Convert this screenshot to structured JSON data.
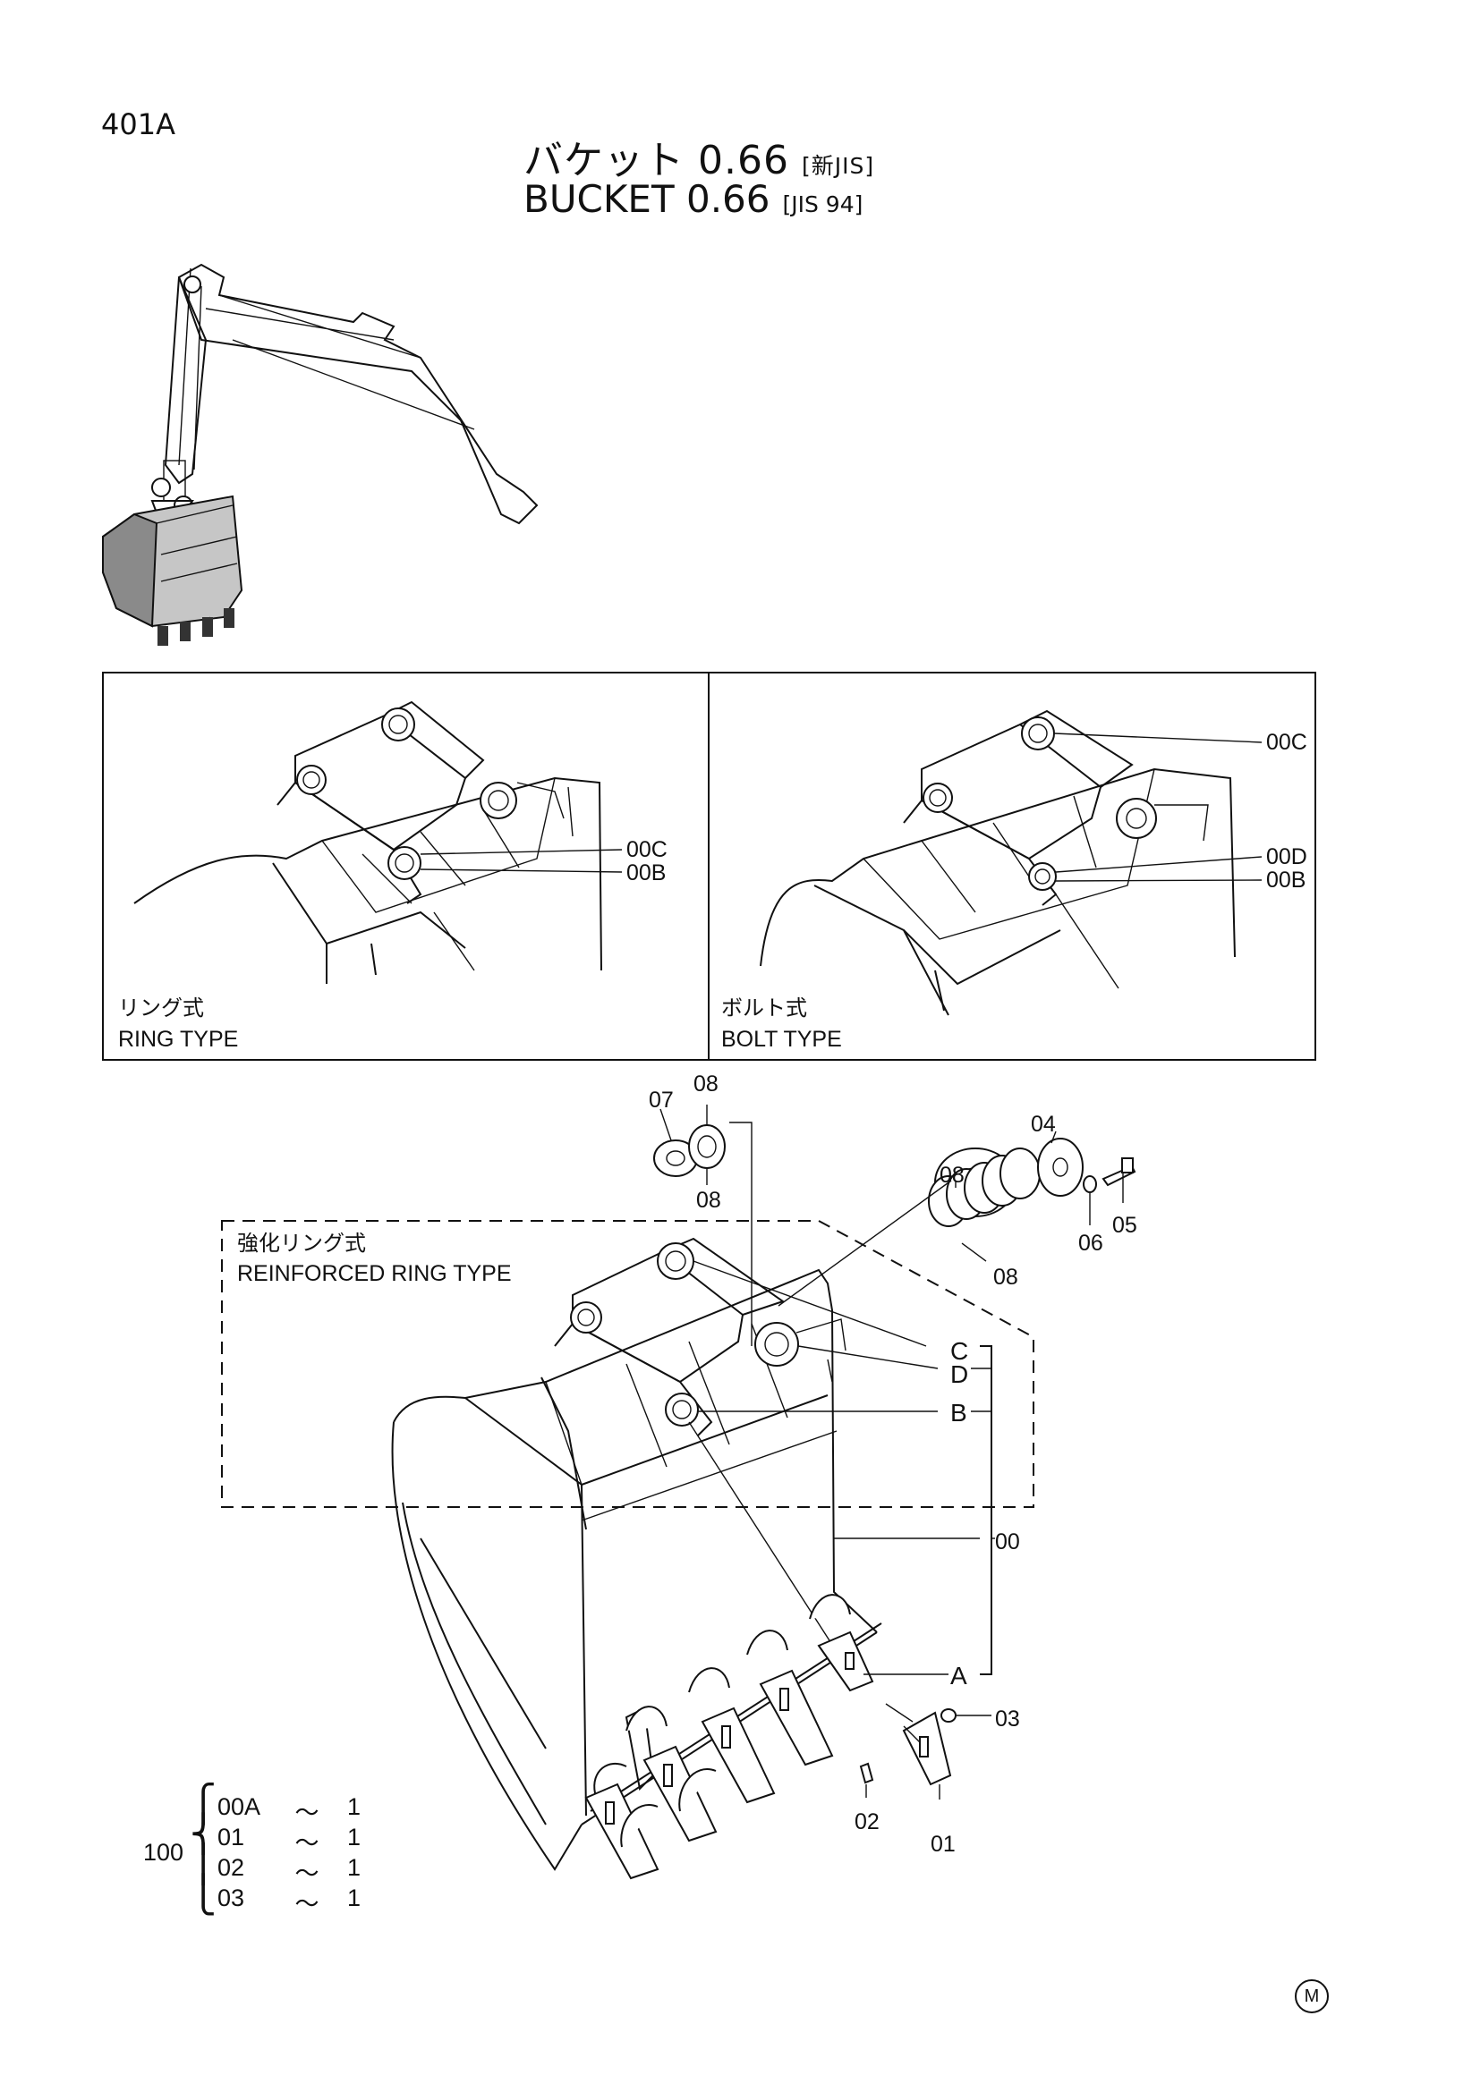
{
  "header": {
    "page_id": "401A",
    "title_jp": "バケット 0.66",
    "title_jp_std": "[新JIS]",
    "title_en": "BUCKET 0.66",
    "title_en_std": "[JIS 94]"
  },
  "insets": {
    "ring": {
      "caption_jp": "リング式",
      "caption_en": "RING TYPE",
      "callouts": [
        "00C",
        "00B"
      ]
    },
    "bolt": {
      "caption_jp": "ボルト式",
      "caption_en": "BOLT TYPE",
      "callouts": [
        "00C",
        "00D",
        "00B"
      ]
    }
  },
  "main": {
    "reinforced_caption_jp": "強化リング式",
    "reinforced_caption_en": "REINFORCED RING TYPE",
    "callouts": {
      "p07": "07",
      "p08a": "08",
      "p08b": "08",
      "p04": "04",
      "p08c": "08",
      "p05": "05",
      "p06": "06",
      "p08d": "08",
      "pC": "C",
      "pD": "D",
      "pB": "B",
      "p00": "00",
      "pA": "A",
      "p03": "03",
      "p02": "02",
      "p01": "01"
    }
  },
  "quantities": {
    "assembly": "100",
    "tilde": "～",
    "rows": [
      {
        "code": "00A",
        "qty": "1"
      },
      {
        "code": "01",
        "qty": "1"
      },
      {
        "code": "02",
        "qty": "1"
      },
      {
        "code": "03",
        "qty": "1"
      }
    ]
  },
  "footer_mark": "M"
}
